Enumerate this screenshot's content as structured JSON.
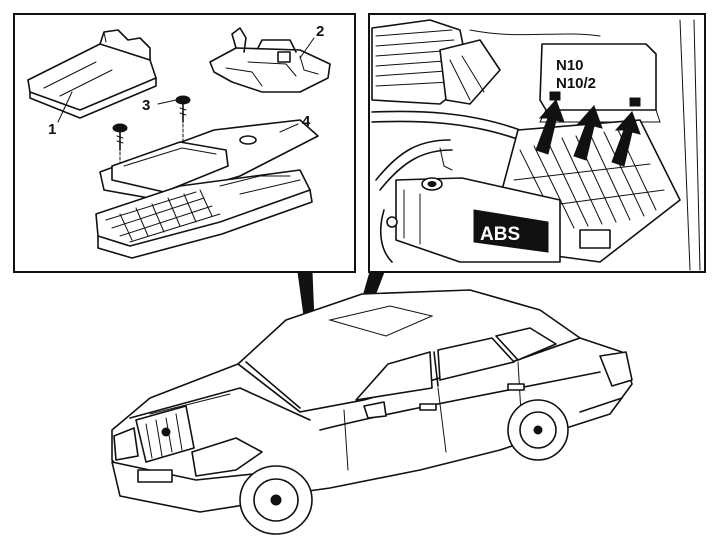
{
  "left_panel": {
    "callouts": [
      "1",
      "2",
      "3",
      "4"
    ]
  },
  "right_panel": {
    "relay_labels": [
      "N10",
      "N10/2"
    ],
    "module_label": "ABS"
  }
}
